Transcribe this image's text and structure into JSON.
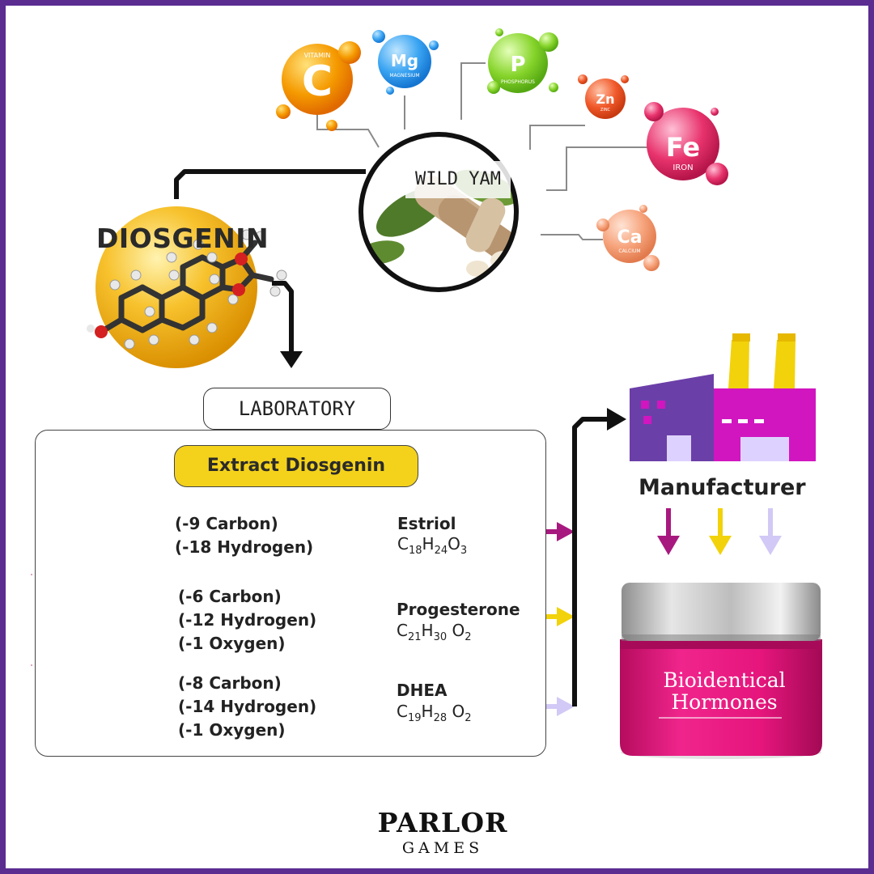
{
  "diagram": {
    "diosgenin_title": "DIOSGENIN",
    "wild_yam_label": "WILD YAM",
    "laboratory_label": "LABORATORY",
    "extract_label": "Extract Diosgenin",
    "minerals": [
      {
        "symbol": "C",
        "name": "VITAMIN",
        "color": "#f5a100"
      },
      {
        "symbol": "Mg",
        "name": "MAGNESIUM",
        "color": "#2a9df4"
      },
      {
        "symbol": "P",
        "name": "PHOSPHORUS",
        "color": "#7ed321"
      },
      {
        "symbol": "Zn",
        "name": "ZINC",
        "color": "#f0592a"
      },
      {
        "symbol": "Fe",
        "name": "IRON",
        "color": "#e8336d"
      },
      {
        "symbol": "Ca",
        "name": "CALCIUM",
        "color": "#f6a27a"
      }
    ],
    "rows": [
      {
        "reduction": [
          "(-9 Carbon)",
          "(-18 Hydrogen)"
        ],
        "hormone": "Estriol",
        "formula": {
          "c": "18",
          "h": "24",
          "o": "3"
        },
        "color": "#a8197f"
      },
      {
        "reduction": [
          "(-6 Carbon)",
          "(-12 Hydrogen)",
          "(-1 Oxygen)"
        ],
        "hormone": "Progesterone",
        "formula": {
          "c": "21",
          "h": "30",
          "o": "2"
        },
        "color": "#f2d20a"
      },
      {
        "reduction": [
          "(-8 Carbon)",
          "(-14 Hydrogen)",
          "(-1 Oxygen)"
        ],
        "hormone": "DHEA",
        "formula": {
          "c": "19",
          "h": "28",
          "o": "2"
        },
        "color": "#d2c9f6"
      }
    ],
    "manufacturer_label": "Manufacturer",
    "product_line1": "Bioidentical",
    "product_line2": "Hormones"
  },
  "brand": {
    "name": "PARLOR",
    "sub": "GAMES"
  },
  "colors": {
    "frame": "#5b2d91",
    "magenta": "#a8197f",
    "yellow": "#f2d20a",
    "lavender": "#d2c9f6",
    "jar": "#e01478",
    "factory_purple": "#6b3fa8",
    "factory_magenta": "#d116c0"
  }
}
